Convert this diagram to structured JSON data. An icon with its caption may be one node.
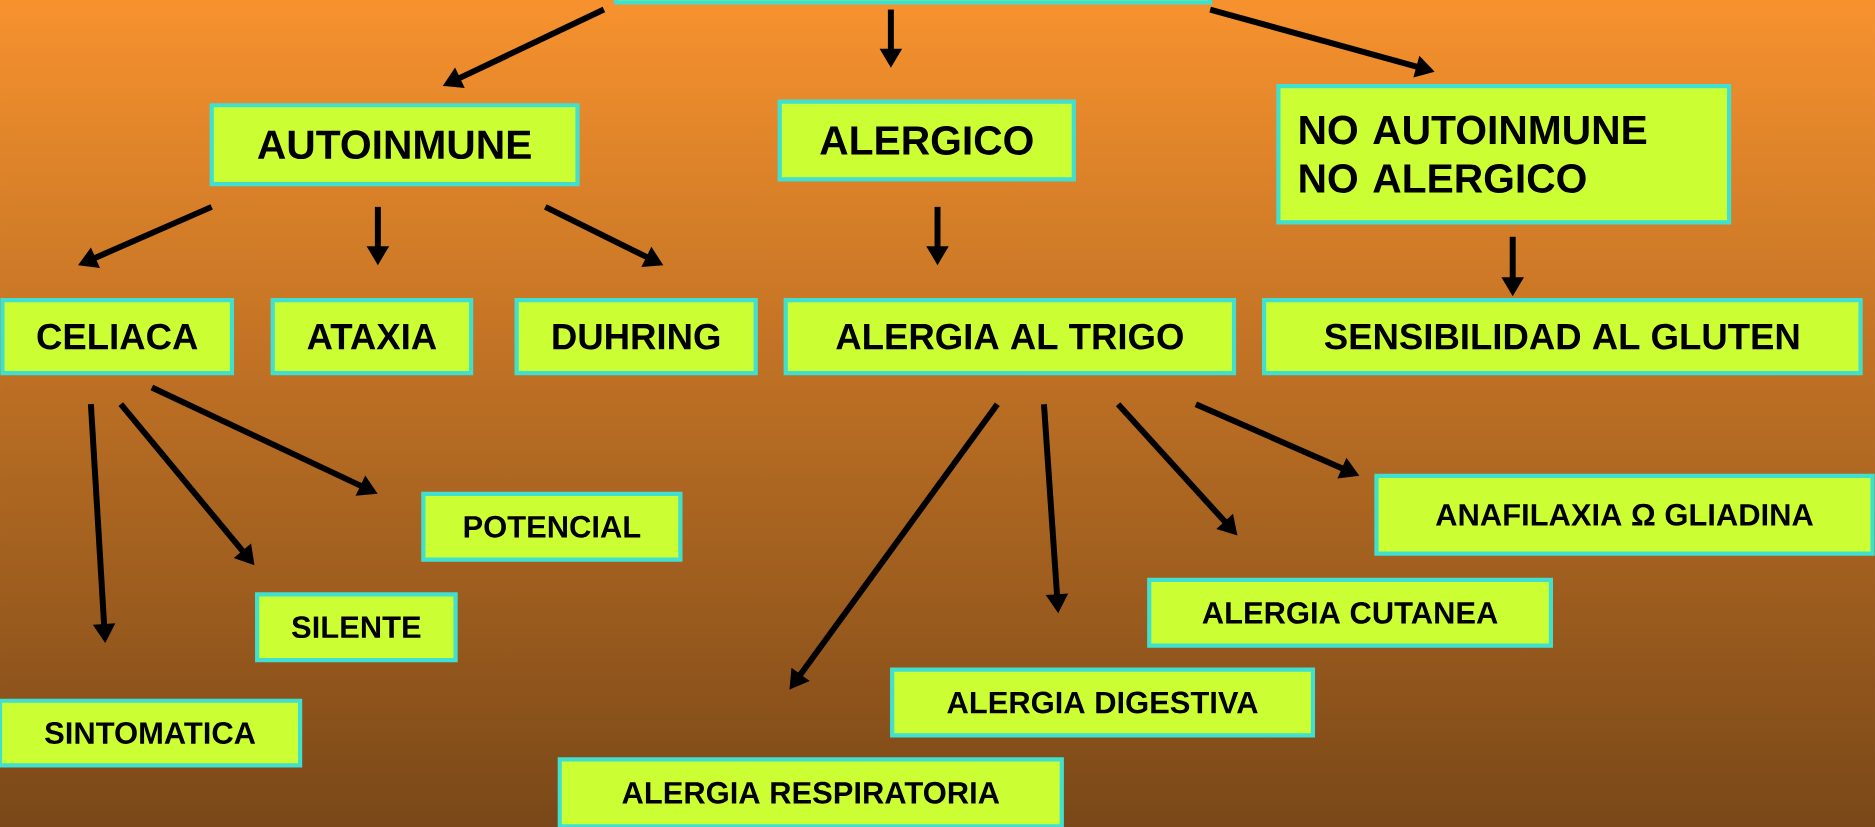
{
  "diagram": {
    "nodes": [
      {
        "text": [],
        "shape": "box"
      },
      {
        "text": [
          "AUTOINMUNE"
        ]
      },
      {
        "text": [
          "ALERGICO"
        ]
      },
      {
        "text": [
          "NO AUTOINMUNE NO ALERGICO"
        ]
      },
      {
        "text": [
          "CELIACA"
        ]
      },
      {
        "text": [
          "ATAXIA"
        ]
      },
      {
        "text": [
          "DUHRING"
        ]
      },
      {
        "text": [
          "ALERGIA AL TRIGO"
        ]
      },
      {
        "text": [
          "SENSIBILIDAD AL GLUTEN"
        ]
      },
      {
        "text": [
          "POTENCIAL"
        ]
      },
      {
        "text": [
          "SILENTE"
        ]
      },
      {
        "text": [
          "SINTOMATICA"
        ]
      },
      {
        "text": [
          "ANAFILAXIA Ω GLIADINA"
        ]
      },
      {
        "text": [
          "ALERGIA CUTANEA"
        ]
      },
      {
        "text": [
          "ALERGIA DIGESTIVA"
        ]
      },
      {
        "text": [
          "ALERGIA RESPIRATORIA"
        ]
      }
    ],
    "edges": [
      {
        "from": 0,
        "to": 1,
        "arrow": "to"
      },
      {
        "from": 0,
        "to": 2,
        "arrow": "to"
      },
      {
        "from": 0,
        "to": 3,
        "arrow": "to"
      },
      {
        "from": 1,
        "to": 4,
        "arrow": "to"
      },
      {
        "from": 1,
        "to": 5,
        "arrow": "to"
      },
      {
        "from": 1,
        "to": 6,
        "arrow": "to"
      },
      {
        "from": 2,
        "to": 7,
        "arrow": "to"
      },
      {
        "from": 3,
        "to": 8,
        "arrow": "to"
      },
      {
        "from": 4,
        "to": 11,
        "arrow": "to"
      },
      {
        "from": 4,
        "to": 10,
        "arrow": "to"
      },
      {
        "from": 4,
        "to": 9,
        "arrow": "to"
      },
      {
        "from": 7,
        "to": 15,
        "arrow": "to"
      },
      {
        "from": 7,
        "to": 14,
        "arrow": "to"
      },
      {
        "from": 7,
        "to": 13,
        "arrow": "to"
      },
      {
        "from": 7,
        "to": 12,
        "arrow": "to"
      }
    ]
  }
}
